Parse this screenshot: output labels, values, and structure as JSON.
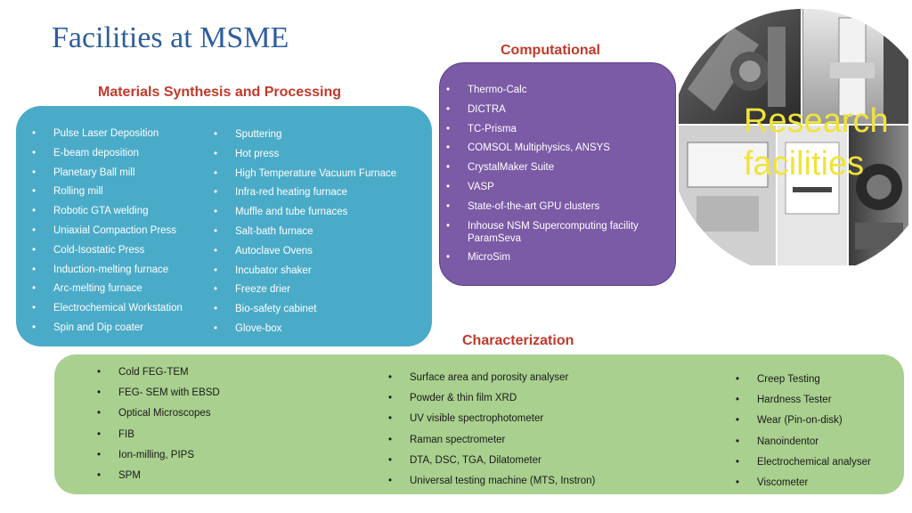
{
  "page": {
    "title": "Facilities at MSME"
  },
  "synthesis": {
    "heading": "Materials Synthesis and Processing",
    "col1": [
      "Pulse Laser Deposition",
      "E-beam deposition",
      "Planetary Ball mill",
      "Rolling mill",
      "Robotic GTA welding",
      "Uniaxial Compaction Press",
      "Cold-Isostatic Press",
      "Induction-melting furnace",
      "Arc-melting furnace",
      "Electrochemical Workstation",
      "Spin and Dip coater"
    ],
    "col2": [
      "Sputtering",
      "Hot press",
      "High Temperature Vacuum Furnace",
      "Infra-red heating furnace",
      "Muffle and tube furnaces",
      "Salt-bath furnace",
      "Autoclave Ovens",
      "Incubator shaker",
      "Freeze drier",
      "Bio-safety cabinet",
      "Glove-box"
    ],
    "color": "#4aabc8"
  },
  "computational": {
    "heading": "Computational",
    "items": [
      "Thermo-Calc",
      "DICTRA",
      "TC-Prisma",
      "COMSOL Multiphysics, ANSYS",
      "CrystalMaker Suite",
      "VASP",
      "State-of-the-art GPU clusters",
      "Inhouse NSM Supercomputing facility ParamSeva",
      "MicroSim"
    ],
    "color": "#7b5aa6"
  },
  "research": {
    "overlay": [
      "Research",
      "facilities"
    ],
    "text_color": "#f0e33b"
  },
  "characterization": {
    "heading": "Characterization",
    "col1": [
      "Cold FEG-TEM",
      "FEG- SEM with EBSD",
      "Optical Microscopes",
      "FIB",
      "Ion-milling, PIPS",
      "SPM"
    ],
    "col2": [
      "Surface area and porosity analyser",
      "Powder & thin film XRD",
      "UV visible spectrophotometer",
      "Raman spectrometer",
      "DTA, DSC, TGA, Dilatometer",
      "Universal testing machine (MTS, Instron)"
    ],
    "col3": [
      "Creep Testing",
      "Hardness Tester",
      "Wear (Pin-on-disk)",
      "Nanoindentor",
      "Electrochemical analyser",
      "Viscometer"
    ],
    "color": "#a9d08e"
  }
}
